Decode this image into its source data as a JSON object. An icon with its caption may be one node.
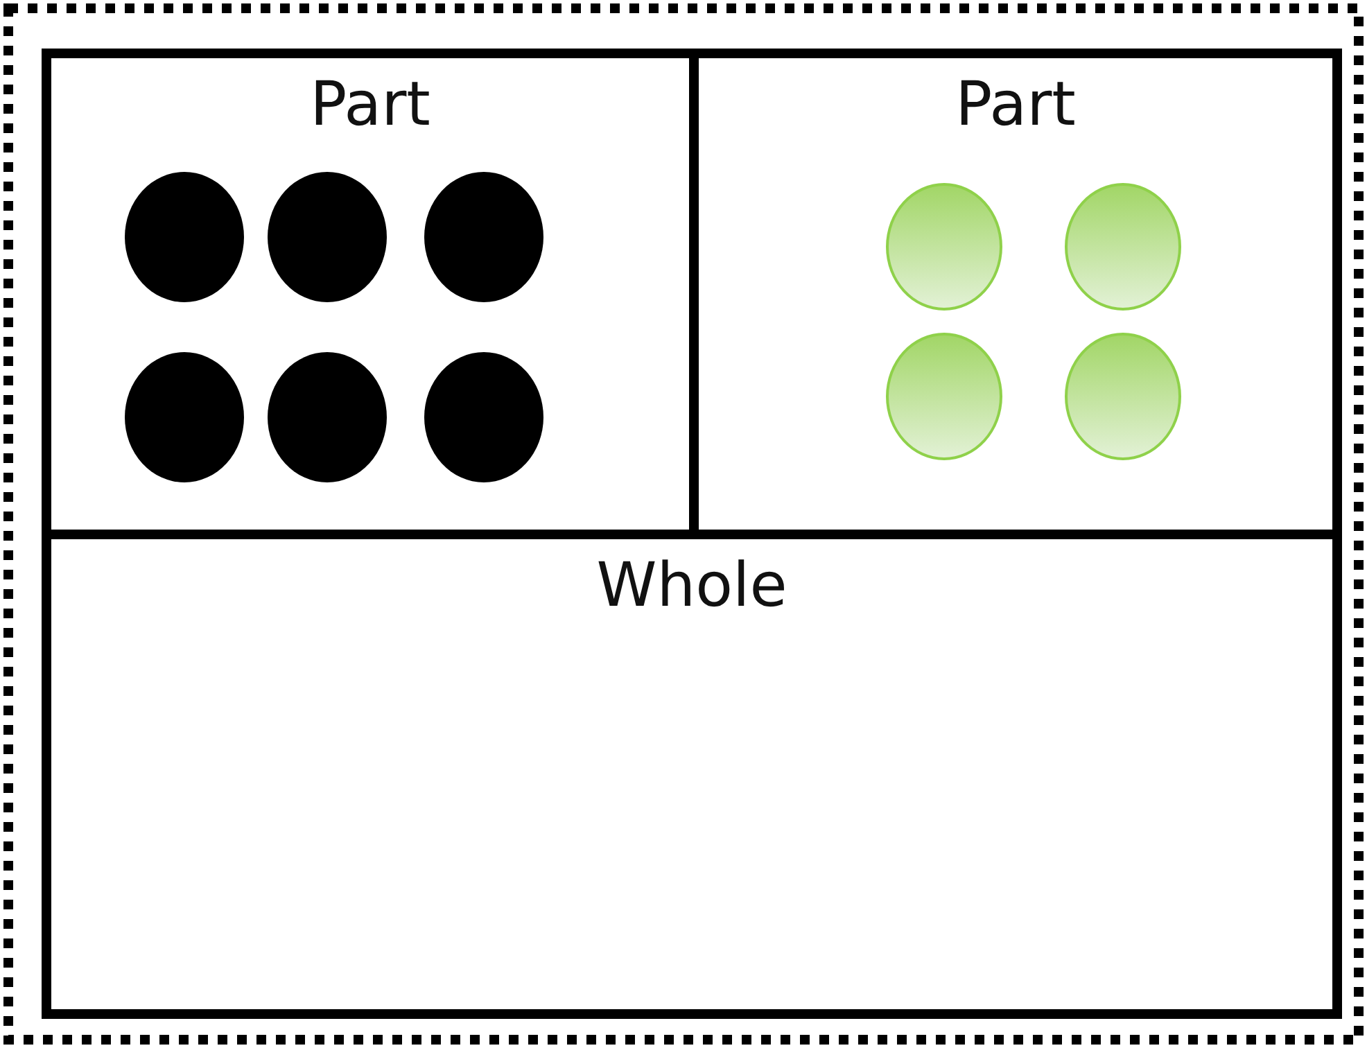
{
  "diagram": {
    "nodes": [
      {
        "text": [
          "Part"
        ]
      },
      {
        "text": [
          "Part"
        ]
      },
      {
        "text": [
          "Whole"
        ]
      },
      {
        "text": [],
        "shape": "circle",
        "in": 0
      },
      {
        "text": [],
        "shape": "circle",
        "in": 0
      },
      {
        "text": [],
        "shape": "circle",
        "in": 0
      },
      {
        "text": [],
        "shape": "circle",
        "in": 0
      },
      {
        "text": [],
        "shape": "circle",
        "in": 0
      },
      {
        "text": [],
        "shape": "circle",
        "in": 0
      },
      {
        "text": [],
        "shape": "circle",
        "in": 1
      },
      {
        "text": [],
        "shape": "circle",
        "in": 1
      },
      {
        "text": [],
        "shape": "circle",
        "in": 1
      },
      {
        "text": [],
        "shape": "circle",
        "in": 1
      }
    ]
  }
}
